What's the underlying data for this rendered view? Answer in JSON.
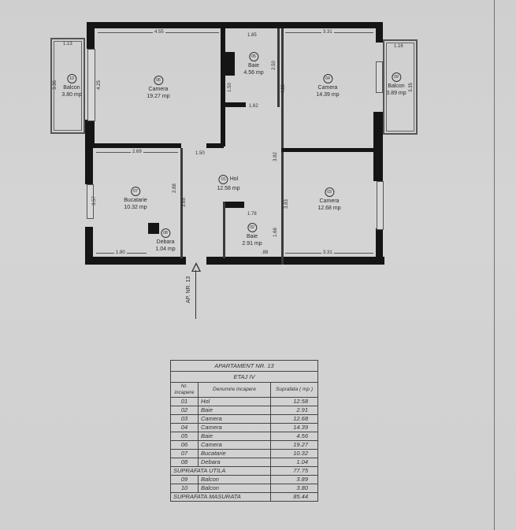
{
  "plan": {
    "entrance_label": "AP. NR. 13",
    "rooms": [
      {
        "num": "01",
        "name": "Hol",
        "area": "12.58 mp"
      },
      {
        "num": "02",
        "name": "Baie",
        "area": "2.91 mp"
      },
      {
        "num": "03",
        "name": "Camera",
        "area": "12.68 mp"
      },
      {
        "num": "04",
        "name": "Camera",
        "area": "14.39 mp"
      },
      {
        "num": "05",
        "name": "Baie",
        "area": "4.56 mp"
      },
      {
        "num": "06",
        "name": "Camera",
        "area": "19.27 mp"
      },
      {
        "num": "07",
        "name": "Bucatarie",
        "area": "10.32 mp"
      },
      {
        "num": "08",
        "name": "Debara",
        "area": "1.04 mp"
      },
      {
        "num": "09",
        "name": "Balcon",
        "area": "3.89 mp"
      },
      {
        "num": "10",
        "name": "Balcon",
        "area": "3.80 mp"
      }
    ],
    "dimensions": {
      "camera06_width": "4.55",
      "camera06_height": "4.25",
      "balcon10_width": "1.13",
      "balcon10_height": "3.36",
      "baie05_width": "1.85",
      "baie05_height": "2.50",
      "baie05_side": "1.50",
      "baie05_bottom": "1.62",
      "camera04_width": "3.31",
      "camera04_height": "4.38",
      "balcon09_width": "1.16",
      "balcon09_height": "3.35",
      "bucatarie_width": "2.69",
      "bucatarie_height": "3.57",
      "bucatarie_bottom": "1.80",
      "bucatarie_inner": "2.88",
      "hol_width": "1.50",
      "hol_height": "3.65",
      "hol_right": "3.82",
      "baie02_width": "1.78",
      "baie02_height": "1.66",
      "baie02_door": ".88",
      "camera03_width": "3.31",
      "camera03_height": "3.83"
    }
  },
  "table": {
    "title": "APARTAMENT NR. 13",
    "floor": "ETAJ IV",
    "headers": {
      "nr": "Nr. incapere",
      "name": "Denumire incapere",
      "area": "Suprafata ( mp )"
    },
    "rows": [
      {
        "nr": "01",
        "name": "Hol",
        "area": "12.58"
      },
      {
        "nr": "02",
        "name": "Baie",
        "area": "2.91"
      },
      {
        "nr": "03",
        "name": "Camera",
        "area": "12.68"
      },
      {
        "nr": "04",
        "name": "Camera",
        "area": "14.39"
      },
      {
        "nr": "05",
        "name": "Baie",
        "area": "4.56"
      },
      {
        "nr": "06",
        "name": "Camera",
        "area": "19.27"
      },
      {
        "nr": "07",
        "name": "Bucatarie",
        "area": "10.32"
      },
      {
        "nr": "08",
        "name": "Debara",
        "area": "1.04"
      }
    ],
    "useful_label": "SUPRAFATA UTILA",
    "useful_value": "77.75",
    "balcony_rows": [
      {
        "nr": "09",
        "name": "Balcon",
        "area": "3.89"
      },
      {
        "nr": "10",
        "name": "Balcon",
        "area": "3.80"
      }
    ],
    "measured_label": "SUPRAFATA MASURATA",
    "measured_value": "85.44"
  }
}
